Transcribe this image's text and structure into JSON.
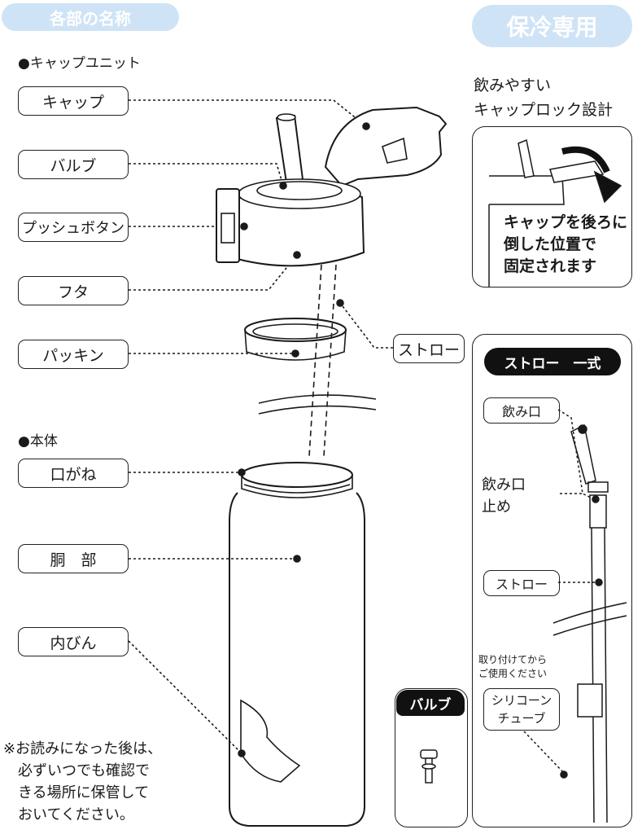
{
  "header": {
    "title": "各部の名称",
    "cold_badge": "保冷専用"
  },
  "sections": {
    "cap_unit": "●キャップユニット",
    "body": "●本体"
  },
  "labels": {
    "cap": "キャップ",
    "valve": "バルブ",
    "push_button": "プッシュボタン",
    "lid": "フタ",
    "gasket": "パッキン",
    "straw": "ストロー",
    "mouth": "口がね",
    "body_part": "胴　部",
    "inner_bottle": "内びん"
  },
  "cap_lock": {
    "title_line1": "飲みやすい",
    "title_line2": "キャップロック設計",
    "caption_line1": "キャップを後ろに",
    "caption_line2": "倒した位置で",
    "caption_line3": "固定されます"
  },
  "straw_set": {
    "title": "ストロー　一式",
    "mouthpiece": "飲み口",
    "mouthpiece_stopper": "飲み口\n止め",
    "straw": "ストロー",
    "attach_note": "取り付けてから\nご使用ください",
    "silicone_tube": "シリコーン\nチューブ"
  },
  "valve_panel": {
    "title": "バルブ"
  },
  "footnote": "※お読みになった後は、\n　必ずいつでも確認で\n　きる場所に保管して\n　おいてください。",
  "colors": {
    "accent_blue": "#cfe3f6",
    "line": "#1a1a1a"
  }
}
